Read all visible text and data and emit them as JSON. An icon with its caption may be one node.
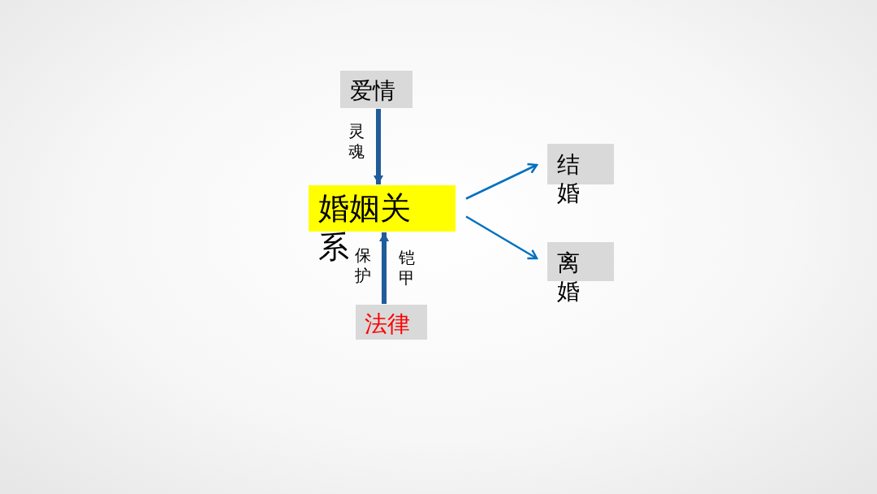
{
  "diagram": {
    "nodes": [
      {
        "text": [
          "爱情"
        ]
      },
      {
        "text": [
          "婚姻关系"
        ]
      },
      {
        "text": [
          "法律"
        ]
      },
      {
        "text": [
          "结婚"
        ]
      },
      {
        "text": [
          "离婚"
        ]
      }
    ],
    "edges": [
      {
        "from": 0,
        "to": 1,
        "arrow": "to",
        "label": "灵魂",
        "style": "thick",
        "color": "#1f5c99"
      },
      {
        "from": 1,
        "to": 3,
        "arrow": "to"
      },
      {
        "from": 2,
        "to": 1,
        "arrow": "to",
        "style": "thick",
        "color": "#1f5c99"
      },
      {
        "from": 1,
        "to": 4,
        "arrow": "to"
      }
    ],
    "labels": [
      "保护",
      "铠甲"
    ]
  }
}
